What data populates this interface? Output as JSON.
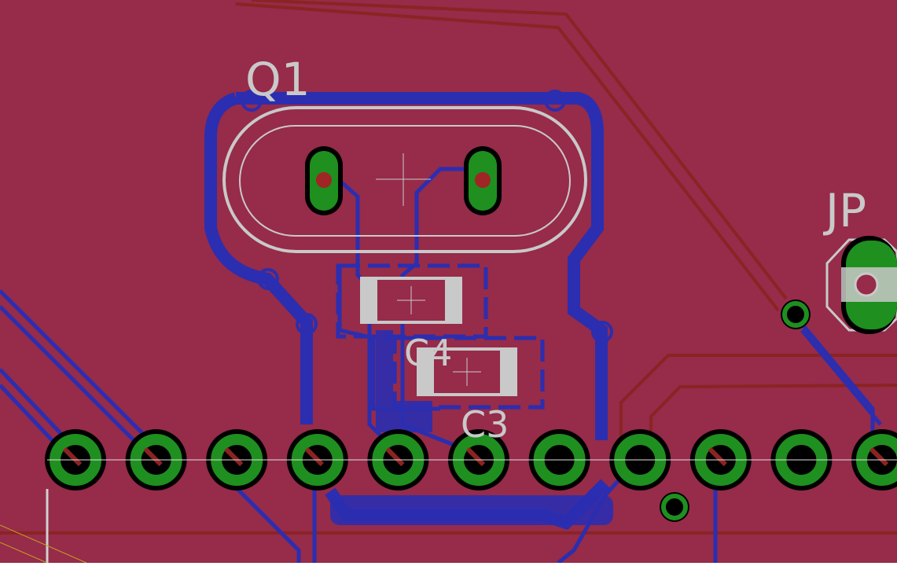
{
  "pcb": {
    "colors": {
      "background": "#962B4A",
      "top_copper": "#8B2323",
      "bottom_copper": "#2B2EB0",
      "pad_green": "#1F8F1F",
      "silkscreen": "#C9C9C9",
      "drill": "#A02525"
    },
    "labels": {
      "q1": "Q1",
      "c4": "C4",
      "c3": "C3",
      "jp": "JP"
    },
    "components": [
      {
        "ref": "Q1",
        "kind": "crystal"
      },
      {
        "ref": "C4",
        "kind": "smd-capacitor"
      },
      {
        "ref": "C3",
        "kind": "smd-capacitor"
      },
      {
        "ref": "JP",
        "kind": "header"
      }
    ],
    "header_pad_count": 11
  }
}
